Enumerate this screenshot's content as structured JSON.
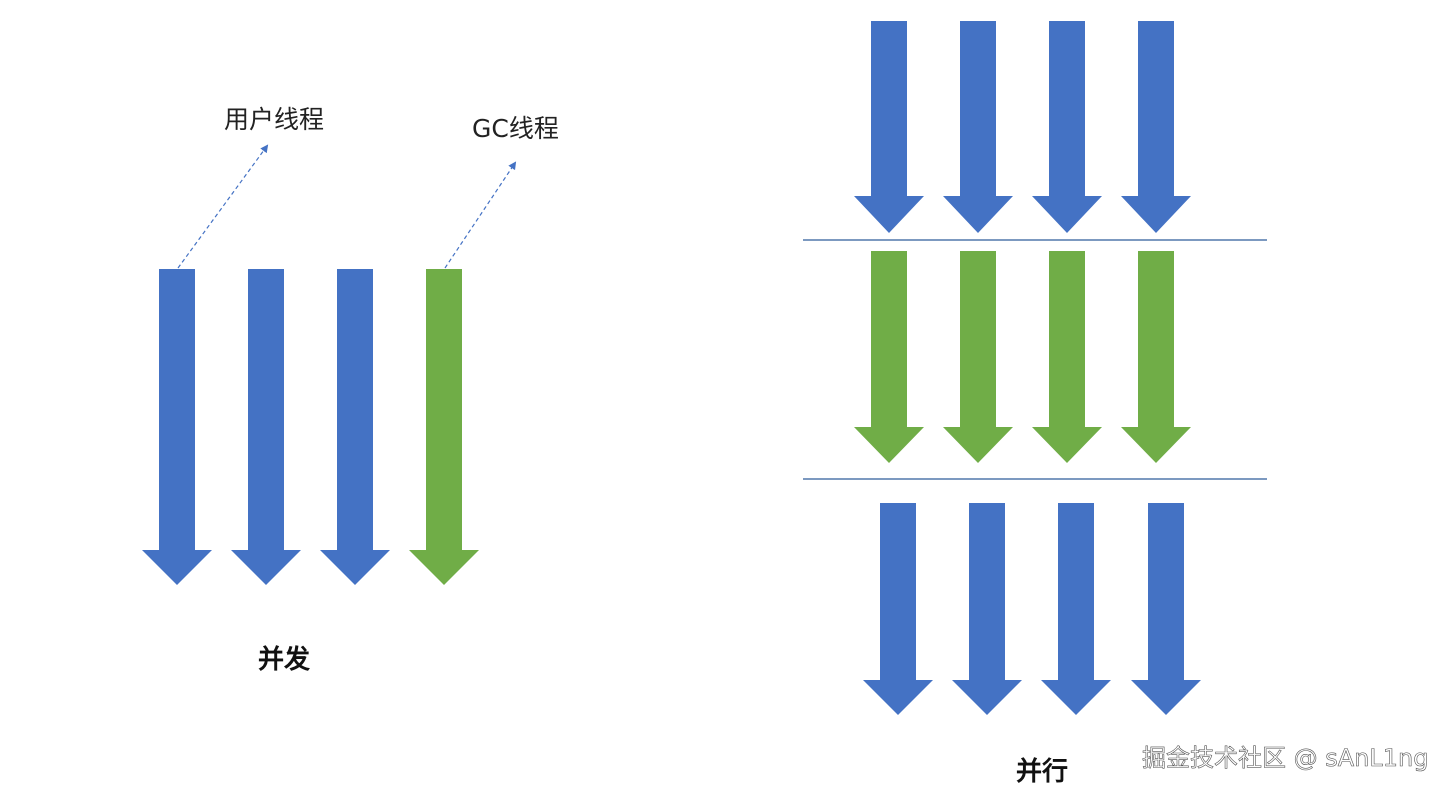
{
  "colors": {
    "user_thread": "#4472C4",
    "gc_thread": "#70AD47",
    "separator": "#2E5C9A",
    "pointer": "#4472C4"
  },
  "labels": {
    "user_thread": "用户线程",
    "gc_thread": "GC线程"
  },
  "captions": {
    "concurrent": "并发",
    "parallel": "并行"
  },
  "watermark": "掘金技术社区 @ sAnL1ng",
  "concurrent_threads": [
    "user",
    "user",
    "user",
    "gc"
  ],
  "parallel_phases": [
    {
      "threads": [
        "user",
        "user",
        "user",
        "user"
      ]
    },
    {
      "threads": [
        "gc",
        "gc",
        "gc",
        "gc"
      ]
    },
    {
      "threads": [
        "user",
        "user",
        "user",
        "user"
      ]
    }
  ]
}
